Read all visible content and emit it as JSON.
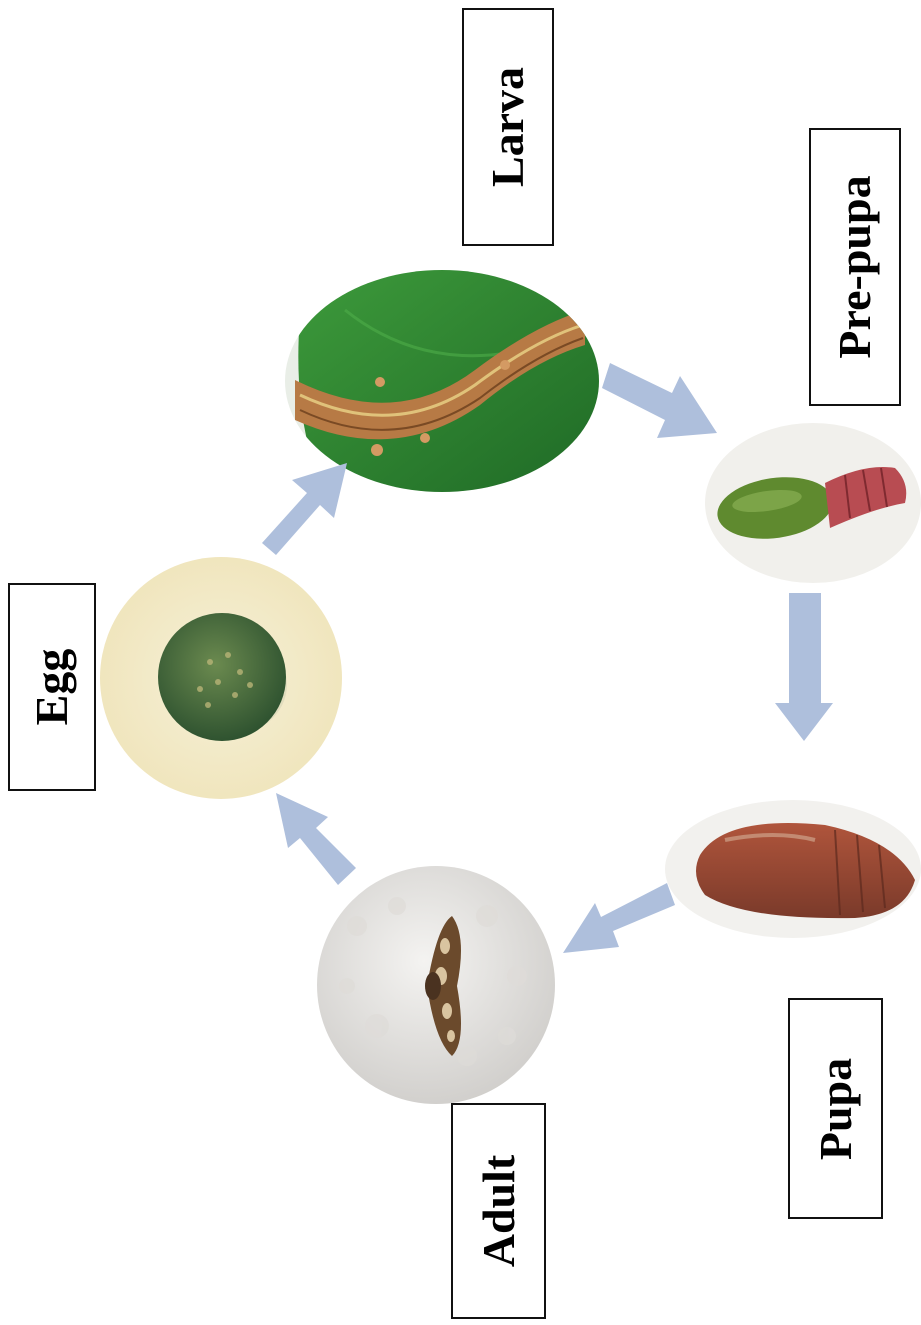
{
  "stages": {
    "egg": {
      "label": "Egg",
      "icon": "egg-photo"
    },
    "larva": {
      "label": "Larva",
      "icon": "caterpillar-photo"
    },
    "prepupa": {
      "label": "Pre-pupa",
      "icon": "prepupa-photo"
    },
    "pupa": {
      "label": "Pupa",
      "icon": "pupa-photo"
    },
    "adult": {
      "label": "Adult",
      "icon": "moth-photo"
    }
  },
  "colors": {
    "arrow": "#aebfdc",
    "box_border": "#111111",
    "leaf": "#2e7d2e",
    "caterpillar": "#b77a45",
    "egg": "#3f6b3a",
    "prepupa_body": "#5f8a2f",
    "prepupa_segments": "#b84c52",
    "pupa": "#9a4a36",
    "moth": "#6b4a2c",
    "foam": "#ecebe8"
  }
}
